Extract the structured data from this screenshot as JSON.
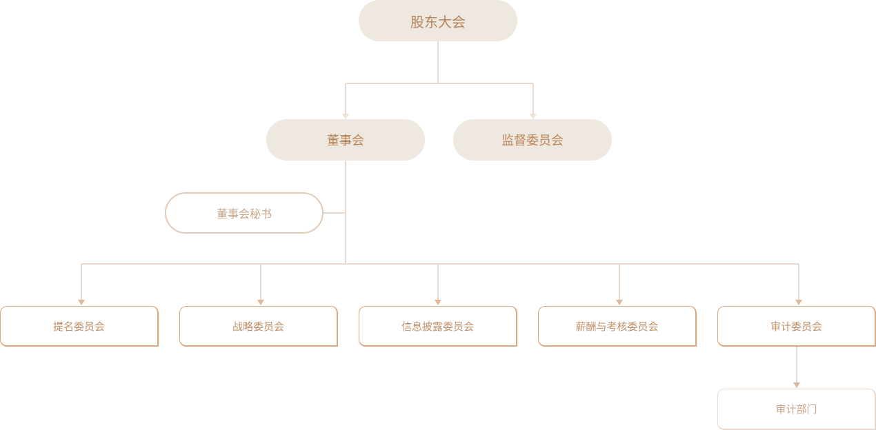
{
  "diagram": {
    "title": "股东大会",
    "level1": {
      "board": "董事会",
      "supervisory": "监督委员会"
    },
    "secretary": "董事会秘书",
    "committees": [
      "提名委员会",
      "战略委员会",
      "信息披露委员会",
      "薪酬与考核委员会",
      "审计委员会"
    ],
    "audit_department": "审计部门",
    "colors": {
      "pill_fill": "#eee8e1",
      "pill_text": "#b98358",
      "committee_border": "#dda77e",
      "committee_text": "#c0906a",
      "connector": "#e6d8cc",
      "arrow": "#ddb89a"
    }
  }
}
